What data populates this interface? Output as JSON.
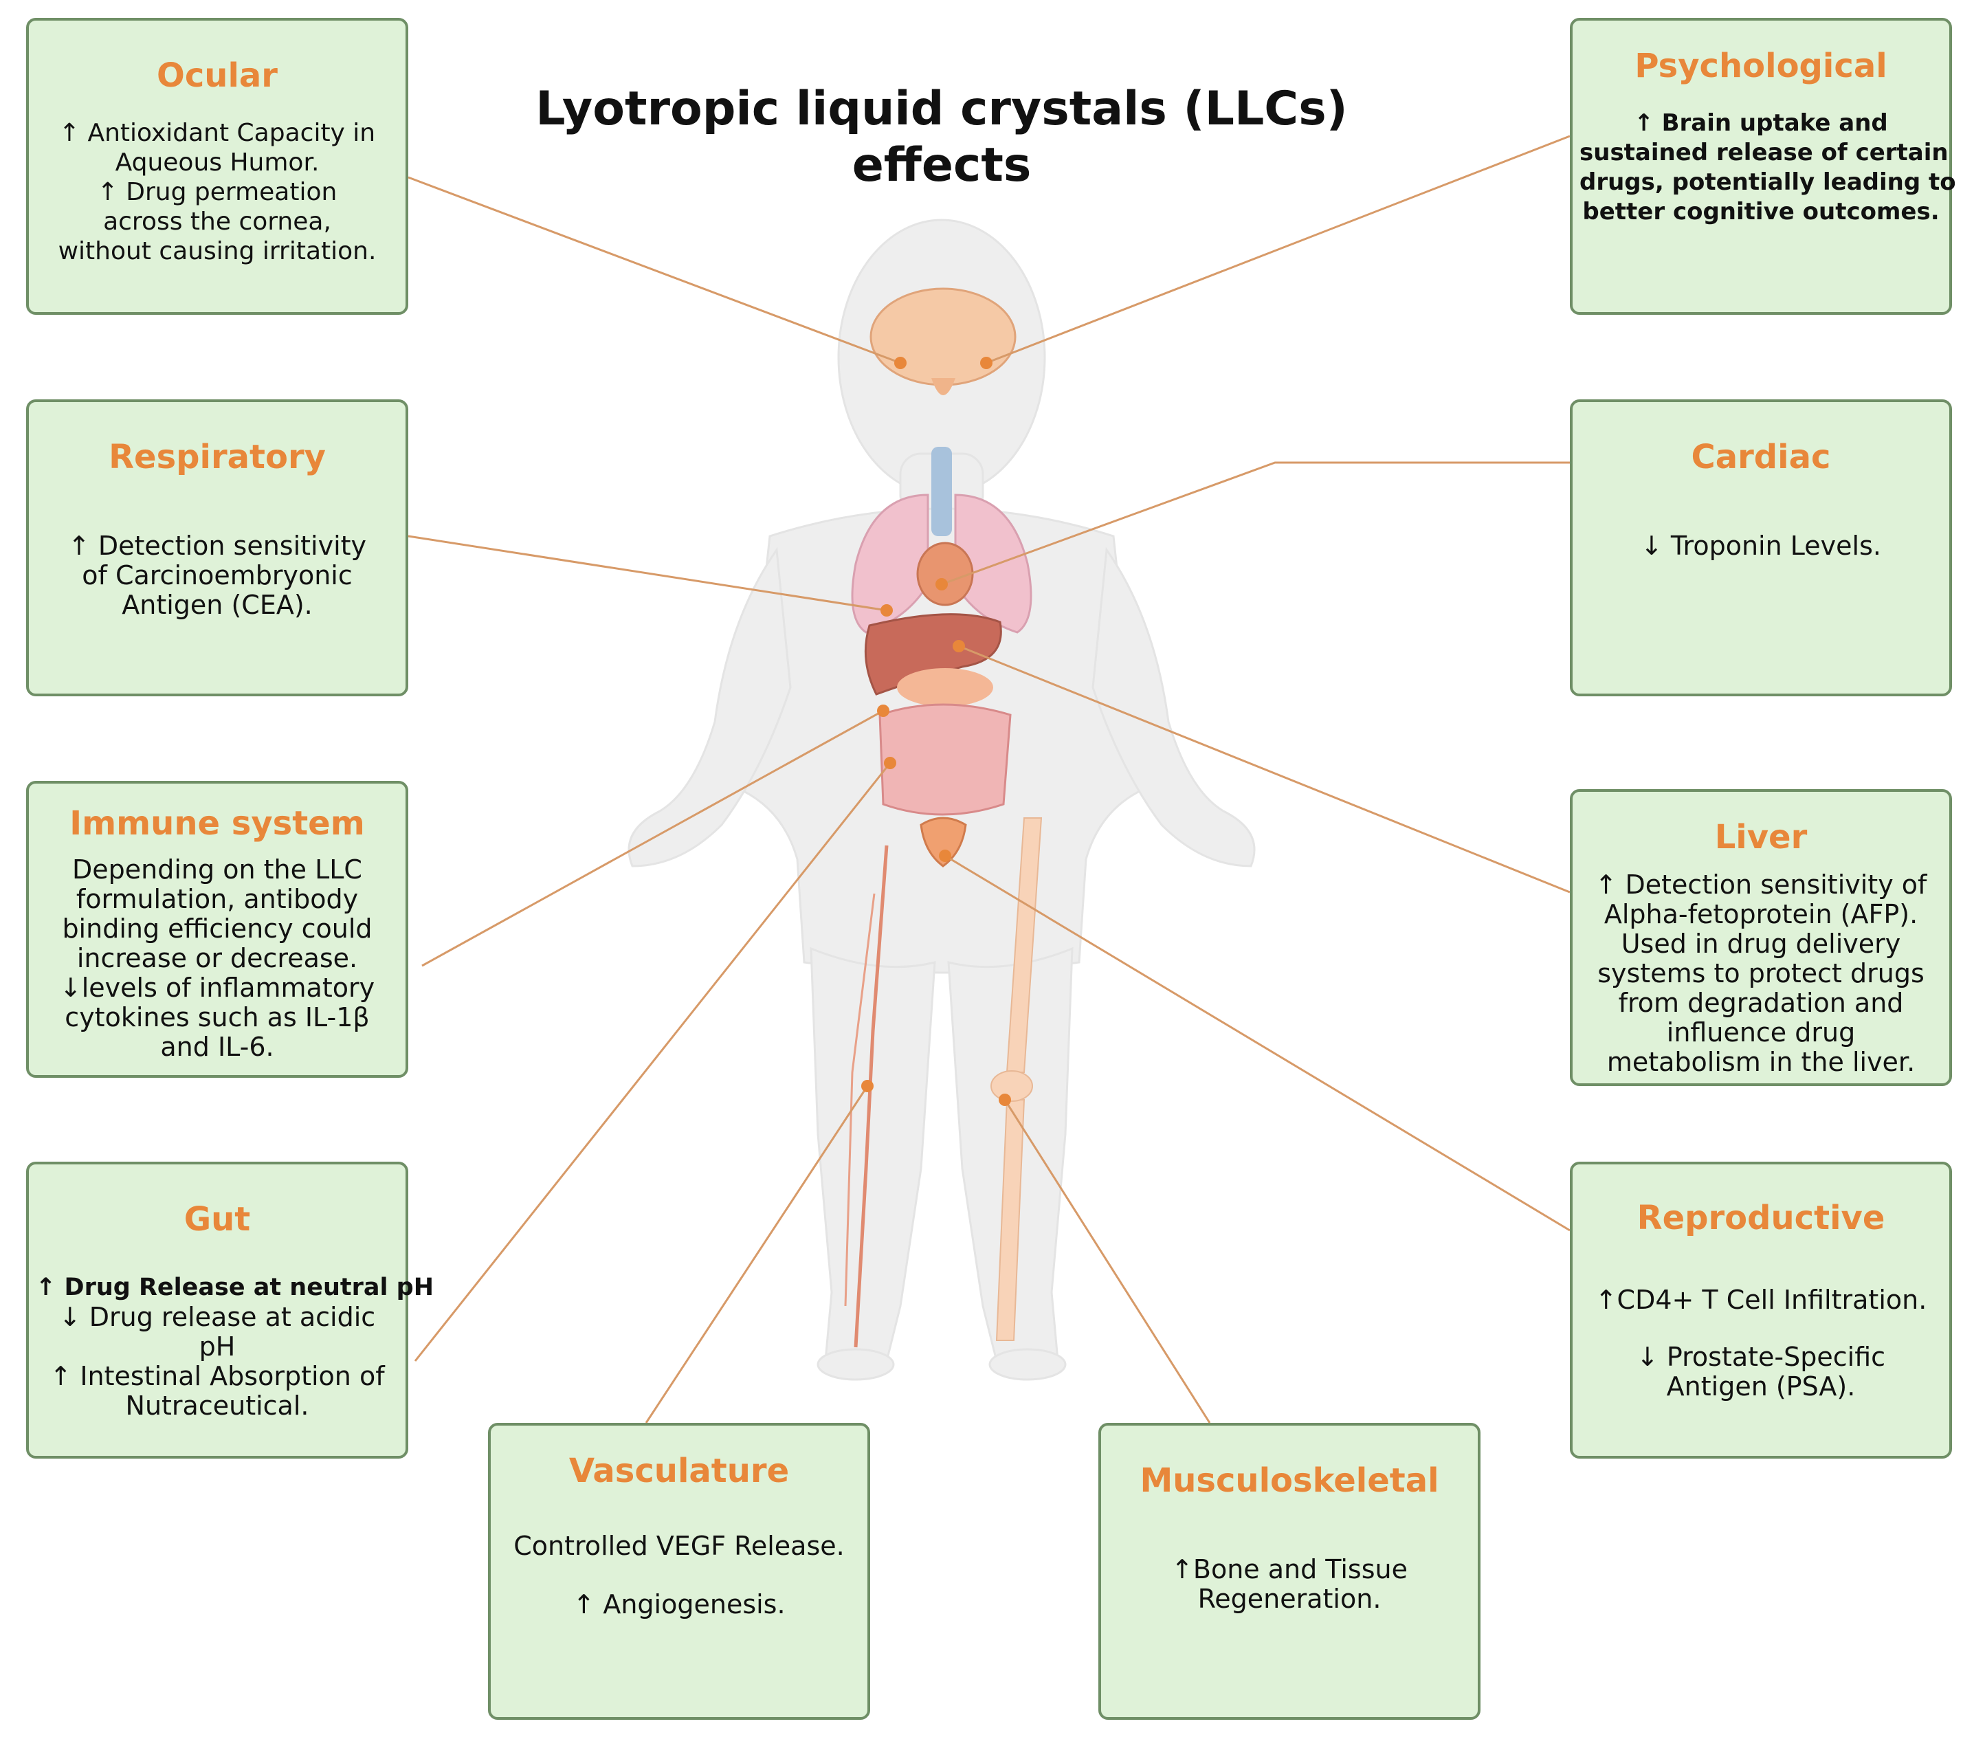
{
  "title": {
    "line1": "Lyotropic liquid crystals (LLCs)",
    "line2": "effects"
  },
  "colors": {
    "heading": "#e8873a",
    "box_fill": "#dff2d8",
    "box_border": "#6f8f66",
    "connector": "#d79a68",
    "body_silhouette": "#eeeeee"
  },
  "boxes": {
    "ocular": {
      "heading": "Ocular",
      "lines": [
        "↑ Antioxidant Capacity in",
        "Aqueous Humor.",
        "↑ Drug permeation",
        "across the cornea,",
        "without causing irritation."
      ]
    },
    "psychological": {
      "heading": "Psychological",
      "lines": [
        "↑ Brain uptake and",
        "sustained release of certain",
        "drugs, potentially leading to",
        "better cognitive outcomes."
      ]
    },
    "respiratory": {
      "heading": "Respiratory",
      "lines": [
        "↑ Detection sensitivity",
        "of  Carcinoembryonic",
        "Antigen (CEA)."
      ]
    },
    "cardiac": {
      "heading": "Cardiac",
      "lines": [
        "↓ Troponin Levels."
      ]
    },
    "immune": {
      "heading": "Immune system",
      "lines": [
        "Depending on the LLC",
        "formulation, antibody",
        "binding efficiency could",
        "increase or decrease.",
        "↓levels of inflammatory",
        "cytokines such as IL-1β",
        "and IL-6."
      ]
    },
    "liver": {
      "heading": "Liver",
      "lines": [
        "↑ Detection sensitivity of",
        "Alpha-fetoprotein (AFP).",
        "Used in drug delivery",
        "systems to protect drugs",
        "from degradation and",
        "influence drug",
        "metabolism in the liver."
      ]
    },
    "gut": {
      "heading": "Gut",
      "lines": [
        "↑ Drug Release at neutral pH",
        "↓ Drug release at acidic",
        "pH",
        "↑ Intestinal Absorption of",
        "Nutraceutical."
      ]
    },
    "reproductive": {
      "heading": "Reproductive",
      "lines": [
        "↑CD4+ T Cell Infiltration.",
        "↓ Prostate-Specific",
        "Antigen (PSA)."
      ]
    },
    "vasculature": {
      "heading": "Vasculature",
      "lines": [
        "Controlled VEGF Release.",
        "↑ Angiogenesis."
      ]
    },
    "musculoskeletal": {
      "heading": "Musculoskeletal",
      "lines": [
        "↑Bone and Tissue",
        "Regeneration."
      ]
    }
  }
}
